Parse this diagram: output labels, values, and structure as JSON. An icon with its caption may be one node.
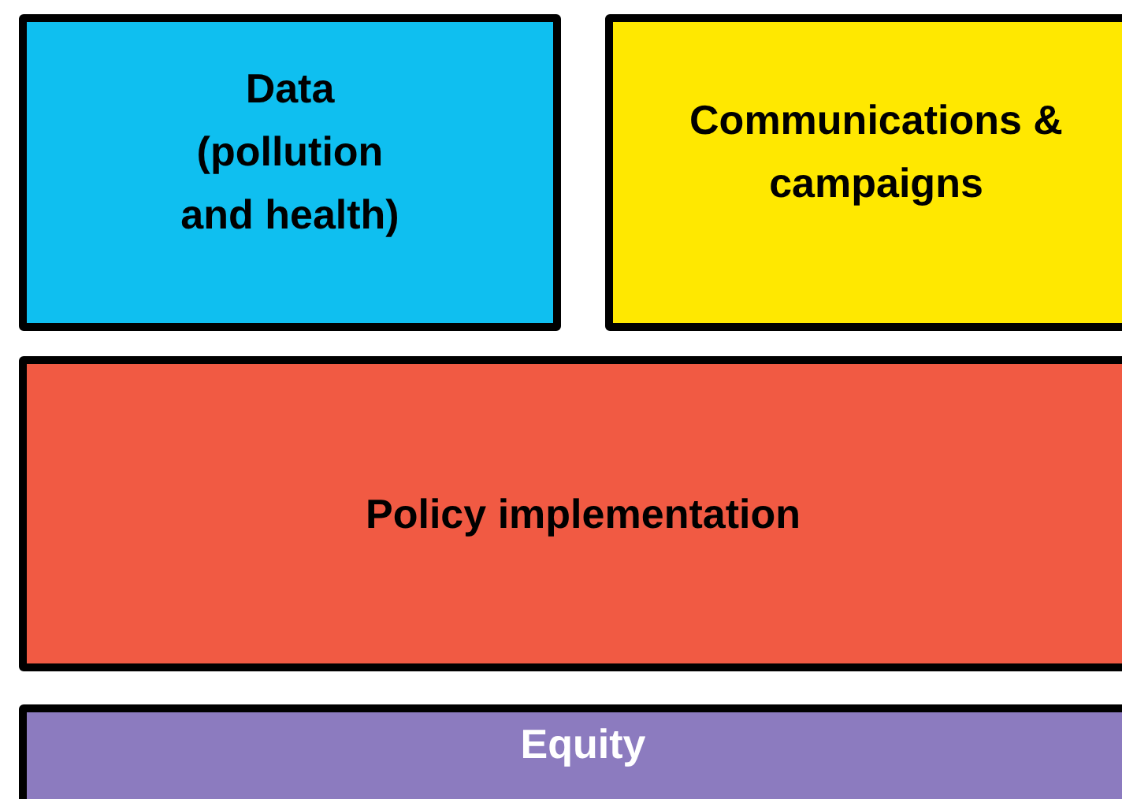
{
  "diagram": {
    "nodes": [
      {
        "text": [
          "Data (pollution and health)"
        ]
      },
      {
        "text": [
          "Communications & campaigns"
        ]
      },
      {
        "text": [
          "Policy implementation"
        ]
      },
      {
        "text": [
          "Equity"
        ]
      }
    ]
  }
}
